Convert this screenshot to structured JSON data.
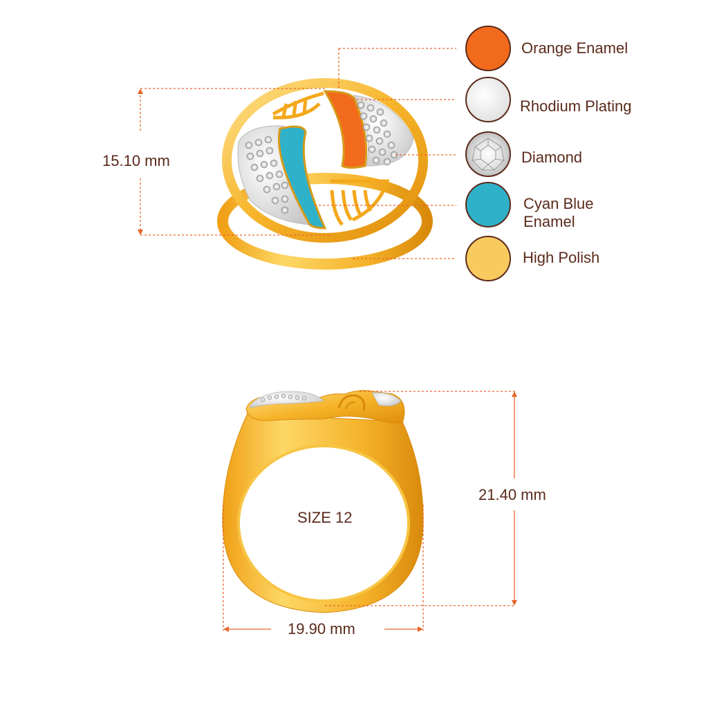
{
  "legend": [
    {
      "label": "Orange Enamel",
      "color": "#f26b1d",
      "swatch": "orange-enamel"
    },
    {
      "label": "Rhodium Plating",
      "color": "#e6e6e6",
      "swatch": "rhodium-plating"
    },
    {
      "label": "Diamond",
      "color": "#f4f4f4",
      "swatch": "diamond"
    },
    {
      "label": "Cyan Blue\nEnamel",
      "color": "#2fb2c9",
      "swatch": "cyan-blue-enamel"
    },
    {
      "label": "High Polish",
      "color": "#f9cb5f",
      "swatch": "high-polish"
    }
  ],
  "dimensions": {
    "front_height": "15.10 mm",
    "side_height": "21.40 mm",
    "side_width": "19.90 mm",
    "size": "SIZE 12"
  },
  "colors": {
    "gold": "#f4a81c",
    "gold_light": "#fbd45a",
    "gold_dark": "#d98a0b",
    "guide_line": "#e8652b",
    "text": "#5a2a1a"
  }
}
